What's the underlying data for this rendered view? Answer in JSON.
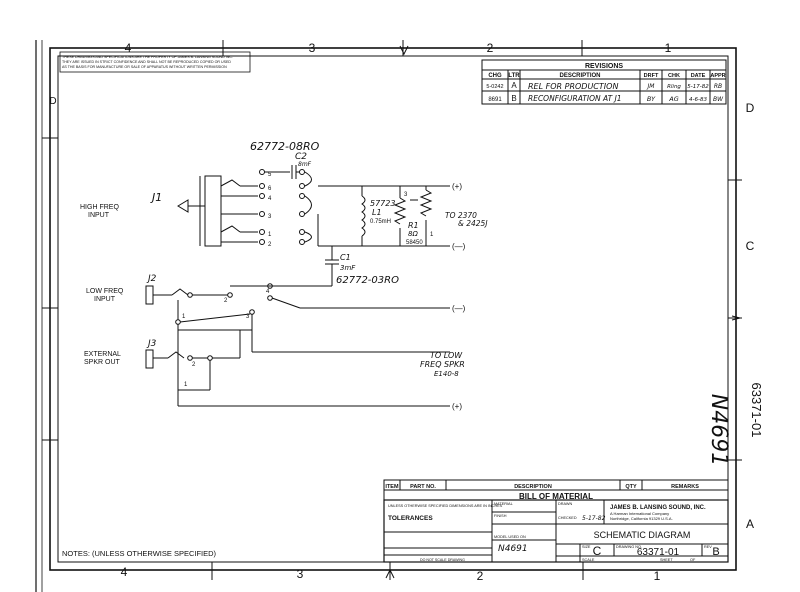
{
  "border": {
    "zones_top": [
      "4",
      "3",
      "2",
      "1"
    ],
    "zones_bottom": [
      "4",
      "3",
      "2",
      "1"
    ],
    "zones_right": [
      "D",
      "C",
      "A"
    ],
    "zones_left": [
      "D"
    ],
    "proprietary_notice": [
      "THESE DRAWINGS AND SPECIFICATIONS ARE THE PROPERTY OF JAMES B. LANSING SOUND INC.",
      "THEY ARE ISSUED IN STRICT CONFIDENCE AND SHALL NOT BE REPRODUCED COPIED OR USED",
      "AS THE BASIS FOR MANUFACTURE OR SALE OF APPARATUS WITHOUT WRITTEN PERMISSION"
    ],
    "side_number": "63371-01",
    "side_model": "N4691"
  },
  "revisions": {
    "title": "REVISIONS",
    "headers": [
      "CHG",
      "LTR",
      "DESCRIPTION",
      "DRFT",
      "CHK",
      "DATE",
      "APPR"
    ],
    "rows": [
      {
        "chg": "5-0242",
        "ltr": "A",
        "desc": "REL FOR PRODUCTION",
        "drft": "JM",
        "chk": "Rling",
        "date": "5-17-82",
        "appr": "RB"
      },
      {
        "chg": "8691",
        "ltr": "B",
        "desc": "RECONFIGURATION AT J1",
        "drft": "BY",
        "chk": "AG",
        "date": "4-6-83",
        "appr": "BW"
      }
    ]
  },
  "schematic": {
    "part_top": "62772-08RO",
    "c2_label": "C2",
    "c2_value": "8mF",
    "j1_label": "J1",
    "high_freq_input": [
      "HIGH FREQ",
      "INPUT"
    ],
    "l1_part": "57723",
    "l1_label": "L1",
    "l1_value": "0.75mH",
    "r1_label": "R1",
    "r1_value": "8Ω",
    "r1_part": "58450",
    "to_hf_speaker": "TO 2370",
    "to_hf_speaker_2": "& 2425J",
    "plus_label": "(+)",
    "minus_label": "(—)",
    "c1_label": "C1",
    "c1_value": "3mF",
    "part_c1": "62772-03RO",
    "j2_label": "J2",
    "low_freq_input": [
      "LOW FREQ",
      "INPUT"
    ],
    "j3_label": "J3",
    "ext_spkr_out": [
      "EXTERNAL",
      "SPKR OUT"
    ],
    "to_low_freq": [
      "TO LOW",
      "FREQ SPKR",
      "E140-8"
    ],
    "pin_numbers": [
      "5",
      "6",
      "4",
      "3",
      "1",
      "2",
      "3",
      "1",
      "1",
      "2",
      "3",
      "4",
      "1",
      "2"
    ]
  },
  "bom": {
    "headers": [
      "ITEM",
      "PART NO.",
      "DESCRIPTION",
      "QTY",
      "REMARKS"
    ],
    "title": "BILL OF MATERIAL"
  },
  "title_block": {
    "tolerances_title": "TOLERANCES",
    "tolerances_note": "UNLESS OTHERWISE SPECIFIED DIMENSIONS ARE IN INCHES",
    "material_label": "MATERIAL",
    "finish_label": "FINISH",
    "drawn_label": "DRAWN",
    "checked_label": "CHECKED",
    "checked_date": "5-17-82",
    "company_line1": "JAMES B. LANSING SOUND, INC.",
    "company_line2": "A Harman International Company",
    "company_line3": "Northridge, California 91329 U.S.A.",
    "title": "SCHEMATIC DIAGRAM",
    "size_label": "SIZE",
    "size": "C",
    "drawing_no_label": "DRAWING NO.",
    "drawing_no": "63371-01",
    "rev_label": "REV",
    "rev": "B",
    "used_on_label": "MODEL USED ON",
    "used_on": "N4691",
    "scale_label": "SCALE",
    "sheet_label": "SHEET",
    "sheet_of": "OF",
    "do_not_scale": "DO NOT SCALE DRAWING",
    "notes": "NOTES: (UNLESS OTHERWISE SPECIFIED)"
  }
}
